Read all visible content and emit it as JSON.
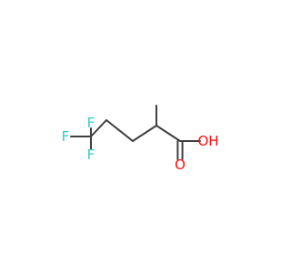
{
  "molecule": {
    "atoms": [
      {
        "id": "F1",
        "label": "F",
        "color": "#33cccc"
      },
      {
        "id": "F2",
        "label": "F",
        "color": "#33cccc"
      },
      {
        "id": "F3",
        "label": "F",
        "color": "#33cccc"
      },
      {
        "id": "C5",
        "label": "",
        "color": "#3f3f3f"
      },
      {
        "id": "C4",
        "label": "",
        "color": "#3f3f3f"
      },
      {
        "id": "C3",
        "label": "",
        "color": "#3f3f3f"
      },
      {
        "id": "C2",
        "label": "",
        "color": "#3f3f3f"
      },
      {
        "id": "CH3",
        "label": "",
        "color": "#3f3f3f"
      },
      {
        "id": "C1",
        "label": "",
        "color": "#3f3f3f"
      },
      {
        "id": "O1",
        "label": "O",
        "color": "#ff0d0d"
      },
      {
        "id": "O2",
        "label": "OH",
        "color": "#ff0d0d"
      }
    ],
    "bonds": [
      {
        "from": "F1",
        "to": "C5",
        "order": 1
      },
      {
        "from": "F2",
        "to": "C5",
        "order": 1
      },
      {
        "from": "F3",
        "to": "C5",
        "order": 1
      },
      {
        "from": "C5",
        "to": "C4",
        "order": 1
      },
      {
        "from": "C4",
        "to": "C3",
        "order": 1
      },
      {
        "from": "C3",
        "to": "C2",
        "order": 1
      },
      {
        "from": "C2",
        "to": "CH3",
        "order": 1
      },
      {
        "from": "C2",
        "to": "C1",
        "order": 1
      },
      {
        "from": "C1",
        "to": "O1",
        "order": 2
      },
      {
        "from": "C1",
        "to": "O2",
        "order": 1
      }
    ]
  }
}
